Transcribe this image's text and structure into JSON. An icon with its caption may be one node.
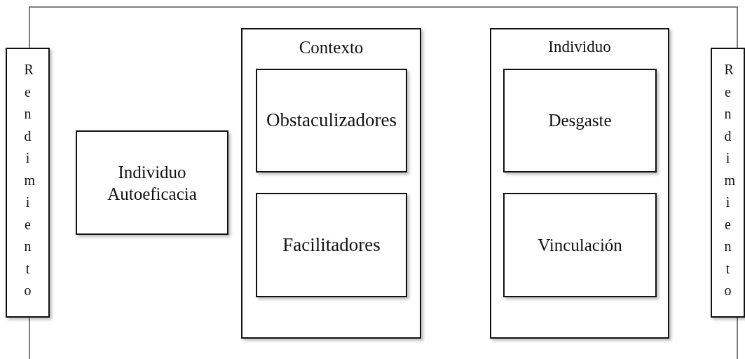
{
  "diagram": {
    "nodes": [
      {
        "text": [
          "Rendimiento"
        ]
      },
      {
        "text": [
          "Individuo Autoeficacia"
        ]
      },
      {
        "text": [
          "Contexto"
        ]
      },
      {
        "text": [
          "Obstaculizadores"
        ],
        "in": 2
      },
      {
        "text": [
          "Facilitadores"
        ],
        "in": 2
      },
      {
        "text": [
          "Individuo"
        ]
      },
      {
        "text": [
          "Desgaste"
        ],
        "in": 5
      },
      {
        "text": [
          "Vinculación"
        ],
        "in": 5
      },
      {
        "text": [
          "Rendimiento"
        ]
      }
    ],
    "edges": [
      {
        "from": 0,
        "to": 8,
        "arrow": "none"
      },
      {
        "from": 0,
        "to": null,
        "arrow": "none"
      },
      {
        "from": 8,
        "to": null,
        "arrow": "none"
      }
    ]
  }
}
